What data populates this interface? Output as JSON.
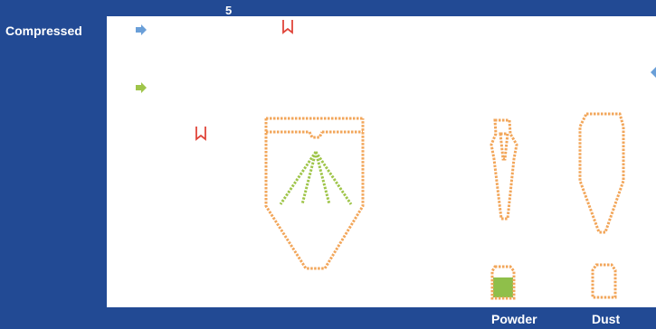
{
  "labels": {
    "compressed": "Compressed",
    "number": "5",
    "powder": "Powder",
    "dust": "Dust"
  },
  "colors": {
    "background": "#224a94",
    "panel": "#ffffff",
    "outline": "#f2a65a",
    "spray": "#9fc54a",
    "powder_fill": "#8fbf4a",
    "heater": "#e0453a",
    "arrow_air": "#6a9fd8",
    "arrow_feed": "#9fc54a"
  },
  "icons": {
    "air_arrow": "arrow-right-icon",
    "feed_arrow": "arrow-right-icon",
    "heater": "heater-icon",
    "exhaust_arrow": "arrow-up-icon"
  }
}
